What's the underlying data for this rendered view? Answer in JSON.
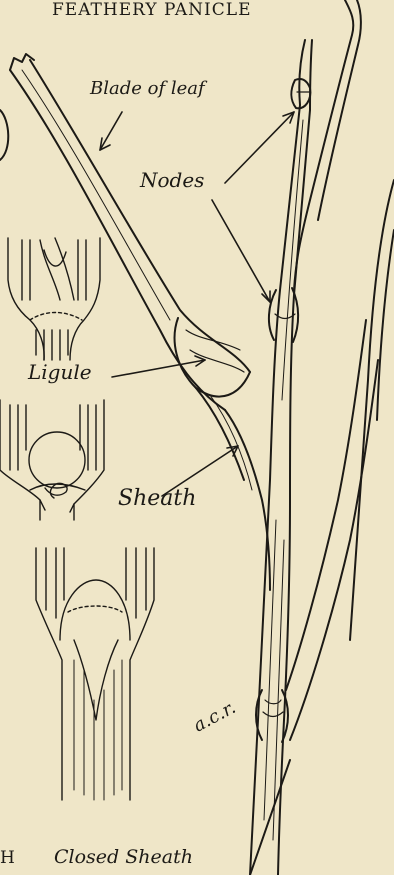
{
  "title": "FEATHERY PANICLE",
  "labels": {
    "blade": "Blade of leaf",
    "nodes": "Nodes",
    "ligule": "Ligule",
    "sheath": "Sheath",
    "initials": "a.c.r."
  },
  "captions": {
    "left": "H",
    "right": "Closed Sheath"
  },
  "colors": {
    "paper": "#efe6c8",
    "ink": "#1c1a16"
  }
}
